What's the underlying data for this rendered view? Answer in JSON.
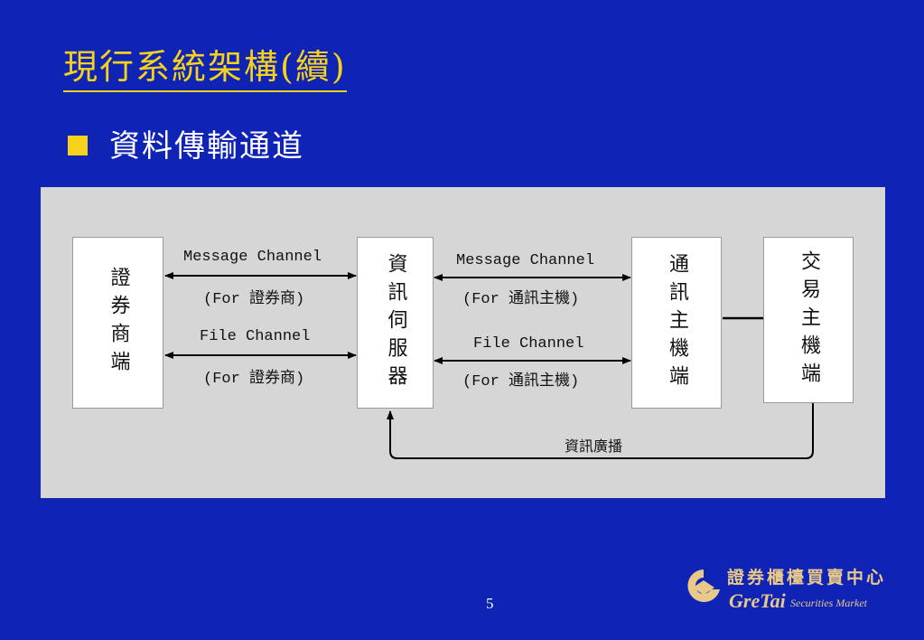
{
  "title": "現行系統架構(續)",
  "bullet": "資料傳輸通道",
  "diagram": {
    "nodes": {
      "broker": "證券商端",
      "info_server": "資訊伺服器",
      "comm_host": "通訊主機端",
      "trading_host": "交易主機端"
    },
    "links": {
      "msg_channel_left": "Message Channel",
      "msg_for_left": "(For 證券商)",
      "file_channel_left": "File Channel",
      "file_for_left": "(For 證券商)",
      "msg_channel_right": "Message Channel",
      "msg_for_right": "(For 通訊主機)",
      "file_channel_right": "File Channel",
      "file_for_right": "(For 通訊主機)",
      "broadcast": "資訊廣播"
    }
  },
  "page_number": "5",
  "logo": {
    "chinese": "證券櫃檯買賣中心",
    "english_brand": "GreTai",
    "english_sub": "Securities Market"
  },
  "colors": {
    "background": "#0f23b4",
    "title": "#f7d21a",
    "panel": "#d6d6d6",
    "logo": "#e8c98a"
  }
}
